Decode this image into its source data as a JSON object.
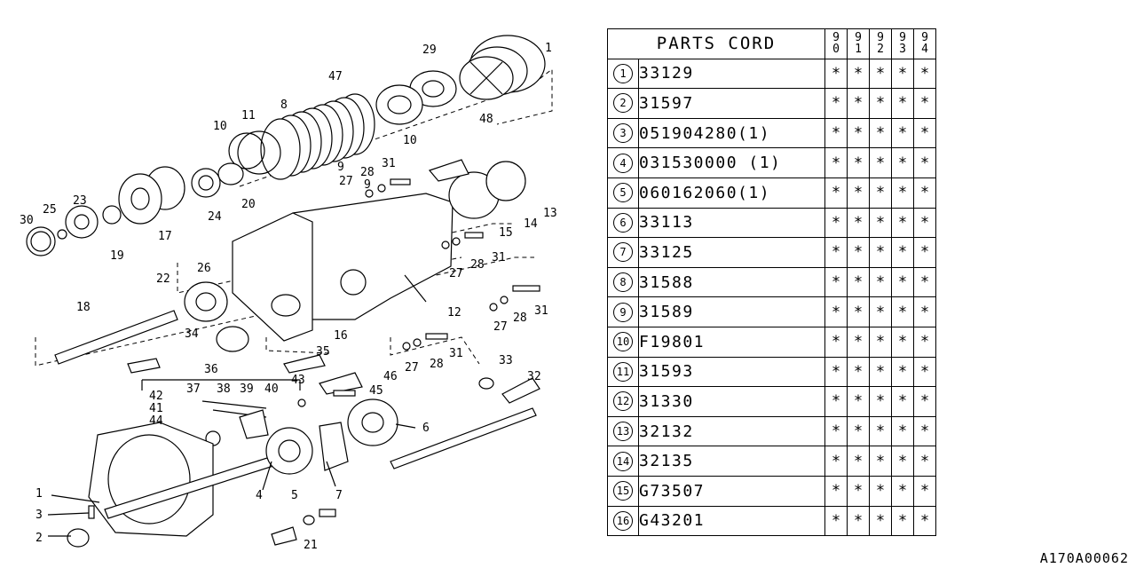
{
  "callouts": [
    "1",
    "2",
    "3",
    "4",
    "5",
    "6",
    "7",
    "8",
    "9",
    "10",
    "11",
    "12",
    "13",
    "14",
    "15",
    "16",
    "17",
    "18",
    "19",
    "20",
    "21",
    "22",
    "23",
    "24",
    "25",
    "26",
    "27",
    "28",
    "29",
    "30",
    "31",
    "32",
    "33",
    "34",
    "35",
    "36",
    "37",
    "38",
    "39",
    "40",
    "41",
    "42",
    "43",
    "44",
    "45",
    "46",
    "47",
    "48"
  ],
  "parts_table": {
    "header": "PARTS CORD",
    "years": [
      [
        "9",
        "0"
      ],
      [
        "9",
        "1"
      ],
      [
        "9",
        "2"
      ],
      [
        "9",
        "3"
      ],
      [
        "9",
        "4"
      ]
    ],
    "rows": [
      {
        "no": "1",
        "code": "33129",
        "marks": [
          "*",
          "*",
          "*",
          "*",
          "*"
        ]
      },
      {
        "no": "2",
        "code": "31597",
        "marks": [
          "*",
          "*",
          "*",
          "*",
          "*"
        ]
      },
      {
        "no": "3",
        "code": "051904280(1)",
        "marks": [
          "*",
          "*",
          "*",
          "*",
          "*"
        ]
      },
      {
        "no": "4",
        "code": "031530000 (1)",
        "marks": [
          "*",
          "*",
          "*",
          "*",
          "*"
        ]
      },
      {
        "no": "5",
        "code": "060162060(1)",
        "marks": [
          "*",
          "*",
          "*",
          "*",
          "*"
        ]
      },
      {
        "no": "6",
        "code": "33113",
        "marks": [
          "*",
          "*",
          "*",
          "*",
          "*"
        ]
      },
      {
        "no": "7",
        "code": "33125",
        "marks": [
          "*",
          "*",
          "*",
          "*",
          "*"
        ]
      },
      {
        "no": "8",
        "code": "31588",
        "marks": [
          "*",
          "*",
          "*",
          "*",
          "*"
        ]
      },
      {
        "no": "9",
        "code": "31589",
        "marks": [
          "*",
          "*",
          "*",
          "*",
          "*"
        ]
      },
      {
        "no": "10",
        "code": "F19801",
        "marks": [
          "*",
          "*",
          "*",
          "*",
          "*"
        ]
      },
      {
        "no": "11",
        "code": "31593",
        "marks": [
          "*",
          "*",
          "*",
          "*",
          "*"
        ]
      },
      {
        "no": "12",
        "code": "31330",
        "marks": [
          "*",
          "*",
          "*",
          "*",
          "*"
        ]
      },
      {
        "no": "13",
        "code": "32132",
        "marks": [
          "*",
          "*",
          "*",
          "*",
          "*"
        ]
      },
      {
        "no": "14",
        "code": "32135",
        "marks": [
          "*",
          "*",
          "*",
          "*",
          "*"
        ]
      },
      {
        "no": "15",
        "code": "G73507",
        "marks": [
          "*",
          "*",
          "*",
          "*",
          "*"
        ]
      },
      {
        "no": "16",
        "code": "G43201",
        "marks": [
          "*",
          "*",
          "*",
          "*",
          "*"
        ]
      }
    ]
  },
  "diagram_ref": "A170A00062"
}
